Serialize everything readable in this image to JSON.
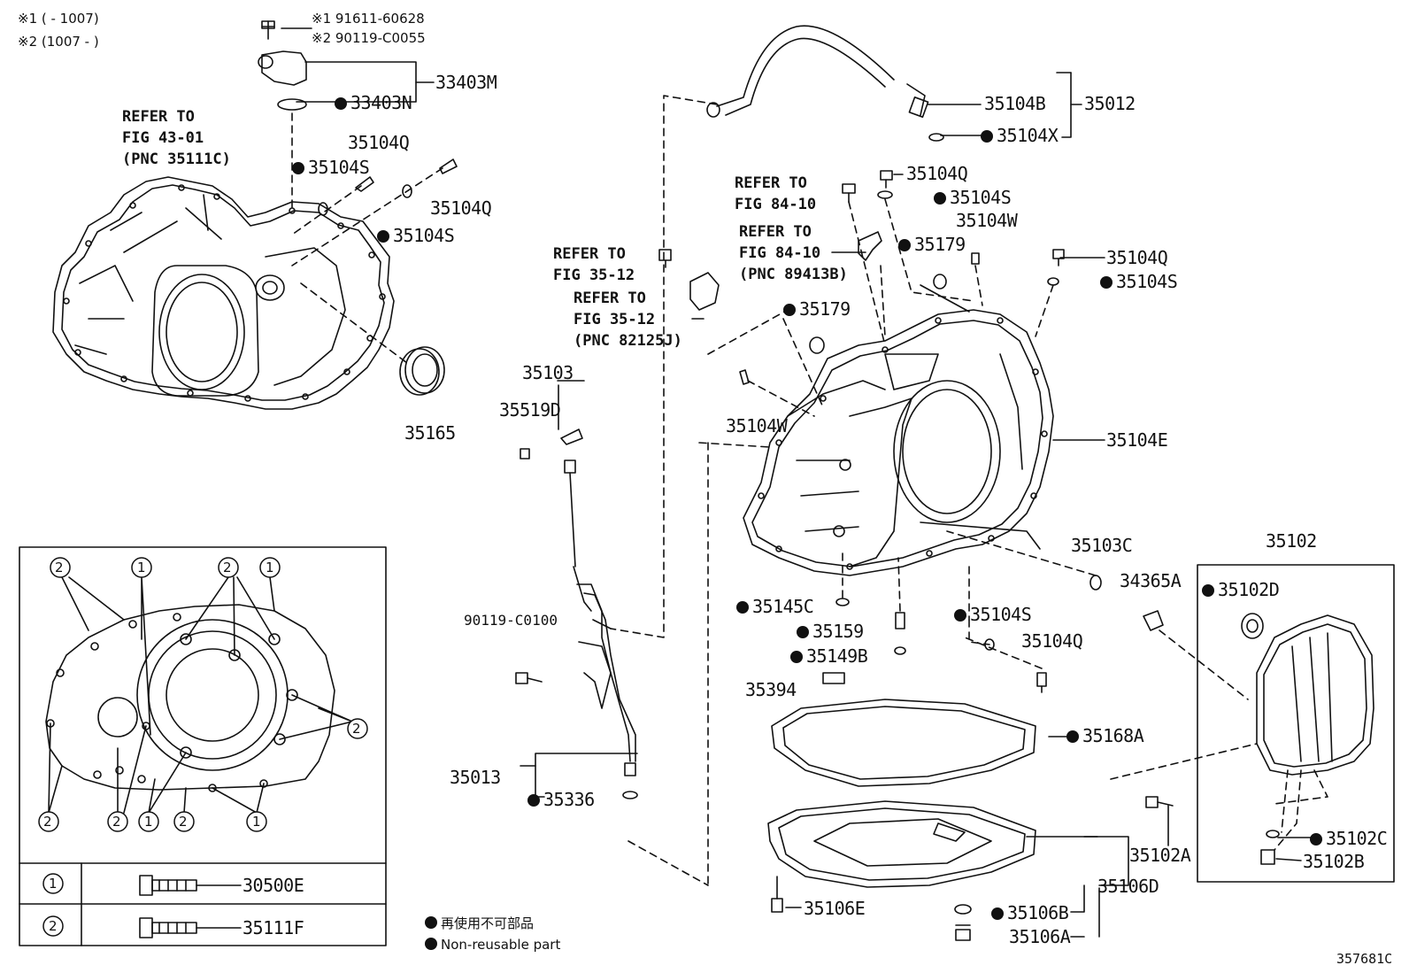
{
  "notes": {
    "n1": "※1 (      - 1007)",
    "n2": "※2 (1007 -      )",
    "top_bolt_1": "※1 91611-60628",
    "top_bolt_2": "※2 90119-C0055"
  },
  "refs": {
    "r43": "REFER TO\nFIG 43-01\n(PNC 35111C)",
    "r84a": "REFER TO\nFIG 84-10",
    "r84b": "REFER TO\nFIG 84-10\n(PNC 89413B)",
    "r35a": "REFER TO\nFIG 35-12",
    "r35b": "REFER TO\nFIG 35-12\n(PNC 82125J)"
  },
  "parts": {
    "p33403M": "33403M",
    "p33403N": "33403N",
    "p35104Q_a": "35104Q",
    "p35104S_a": "35104S",
    "p35104Q_b": "35104Q",
    "p35104S_b": "35104S",
    "p35165": "35165",
    "p35104B": "35104B",
    "p35012": "35012",
    "p35104X": "35104X",
    "p35104Q_c": "35104Q",
    "p35104S_c": "35104S",
    "p35104W_a": "35104W",
    "p35179_a": "35179",
    "p35104Q_d": "35104Q",
    "p35104S_d": "35104S",
    "p35179_b": "35179",
    "p35103": "35103",
    "p35519D": "35519D",
    "p35104W_b": "35104W",
    "p35104E": "35104E",
    "p35103C": "35103C",
    "p35102": "35102",
    "p34365A": "34365A",
    "p35102D": "35102D",
    "p35145C": "35145C",
    "p35159": "35159",
    "p35149B": "35149B",
    "p35104S_e": "35104S",
    "p35104Q_e": "35104Q",
    "p90119": "90119-C0100",
    "p35394": "35394",
    "p35168A": "35168A",
    "p35013": "35013",
    "p35336": "35336",
    "p35102C": "35102C",
    "p35102B": "35102B",
    "p35102A": "35102A",
    "p35106D": "35106D",
    "p35106E": "35106E",
    "p35106B": "35106B",
    "p35106A": "35106A"
  },
  "inset": {
    "c1": "1",
    "c2": "2",
    "row1_num": "1",
    "row1_part": "30500E",
    "row2_num": "2",
    "row2_part": "35111F"
  },
  "legend": {
    "jp": "再使用不可部品",
    "en": "Non-reusable part"
  },
  "figure_id": "357681C"
}
